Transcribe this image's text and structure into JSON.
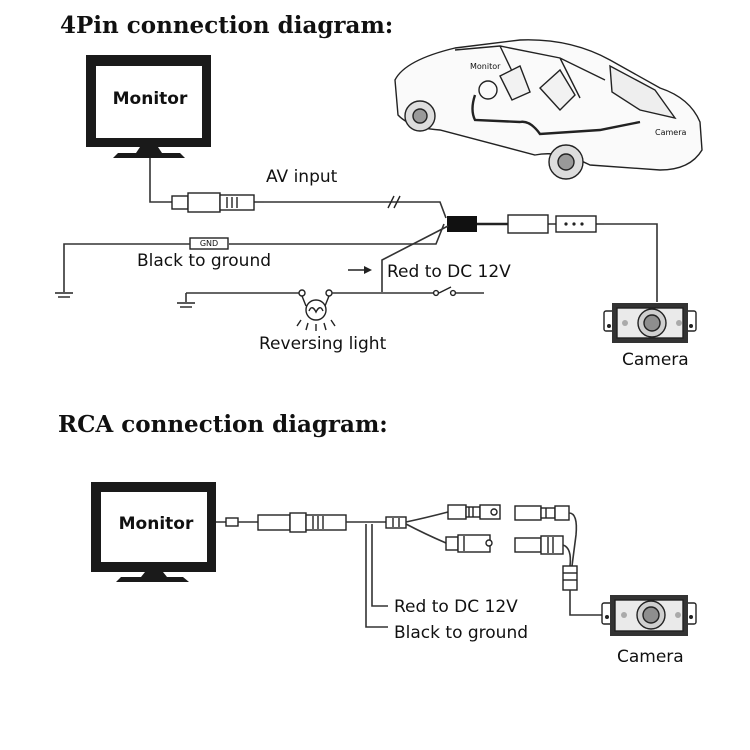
{
  "diagram_4pin": {
    "title": "4Pin connection diagram:",
    "monitor_label": "Monitor",
    "car_monitor_label": "Monitor",
    "car_camera_label": "Camera",
    "av_input_label": "AV input",
    "gnd_tag": "GND",
    "black_ground_label": "Black to ground",
    "red_dc_label": "Red to DC 12V",
    "reversing_light_label": "Reversing light",
    "camera_label": "Camera"
  },
  "diagram_rca": {
    "title": "RCA connection diagram:",
    "monitor_label": "Monitor",
    "red_dc_label": "Red to DC 12V",
    "black_ground_label": "Black to ground",
    "camera_label": "Camera"
  }
}
